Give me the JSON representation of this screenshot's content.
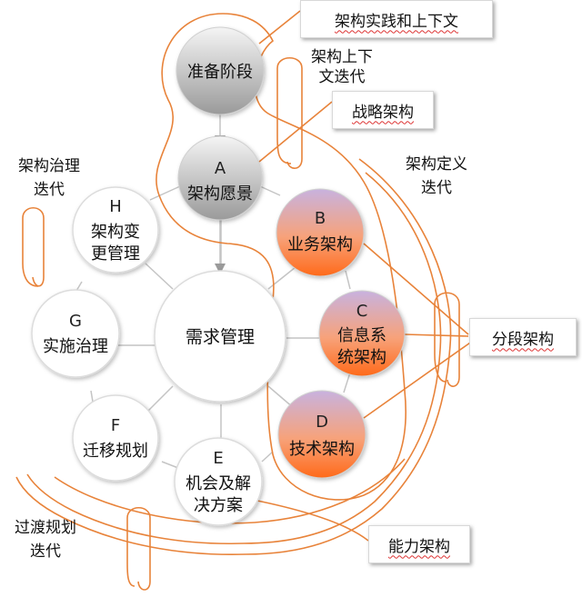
{
  "colors": {
    "orange_line": "#e8833a",
    "orange_fill_top": "#c8b2df",
    "orange_fill_bottom": "#ff6a1a",
    "gray_fill_top": "#f2f2f2",
    "gray_fill_bottom": "#9a9a9a",
    "white_node_border": "#dcdcdc",
    "connector": "#b0b0b0"
  },
  "phases": {
    "prelim": {
      "text": "准备阶段"
    },
    "A": {
      "letter": "A",
      "text": "架构愿景"
    },
    "B": {
      "letter": "B",
      "text": "业务架构"
    },
    "C": {
      "letter": "C",
      "line1": "信息系",
      "line2": "统架构"
    },
    "D": {
      "letter": "D",
      "text": "技术架构"
    },
    "E": {
      "letter": "E",
      "line1": "机会及解",
      "line2": "决方案"
    },
    "F": {
      "letter": "F",
      "text": "迁移规划"
    },
    "G": {
      "letter": "G",
      "text": "实施治理"
    },
    "H": {
      "letter": "H",
      "line1": "架构变",
      "line2": "更管理"
    },
    "center": {
      "text": "需求管理"
    }
  },
  "callouts": {
    "context": "架构实践和上下文",
    "strategy": "战略架构",
    "segment": "分段架构",
    "capability": "能力架构"
  },
  "iteration_labels": {
    "context_iter": {
      "line1": "架构上下",
      "line2": "文迭代"
    },
    "definition_iter": {
      "line1": "架构定义",
      "line2": "迭代"
    },
    "governance_iter": {
      "line1": "架构治理",
      "line2": "迭代"
    },
    "transition_iter": {
      "line1": "过渡规划",
      "line2": "迭代"
    }
  }
}
